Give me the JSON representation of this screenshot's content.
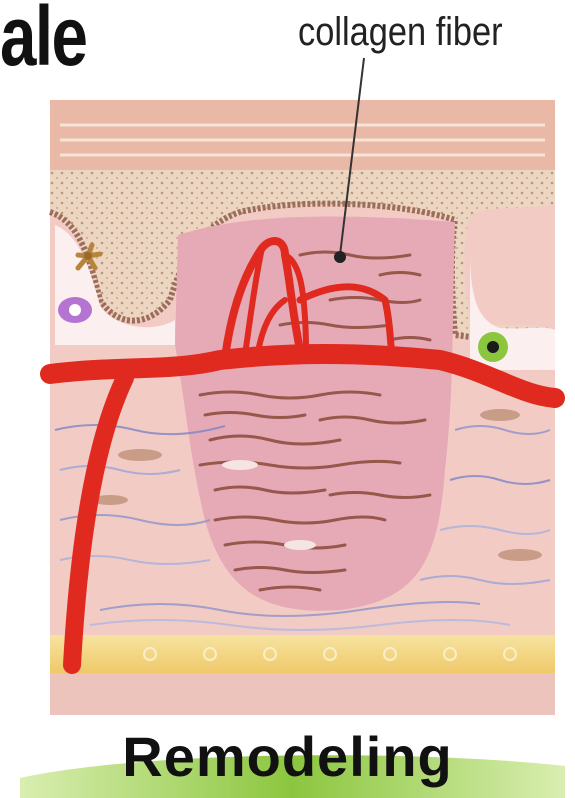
{
  "header": {
    "title_fragment": "ale"
  },
  "figure": {
    "callout_label": "collagen fiber",
    "caption": "Remodeling"
  },
  "colors": {
    "epidermis": "#e8c6a8",
    "dermis": "#f2cbc4",
    "scar": "#e6a9b6",
    "vessel": "#e02a20",
    "fat": "#f3d27a",
    "green_bar": "#8cc63f"
  }
}
